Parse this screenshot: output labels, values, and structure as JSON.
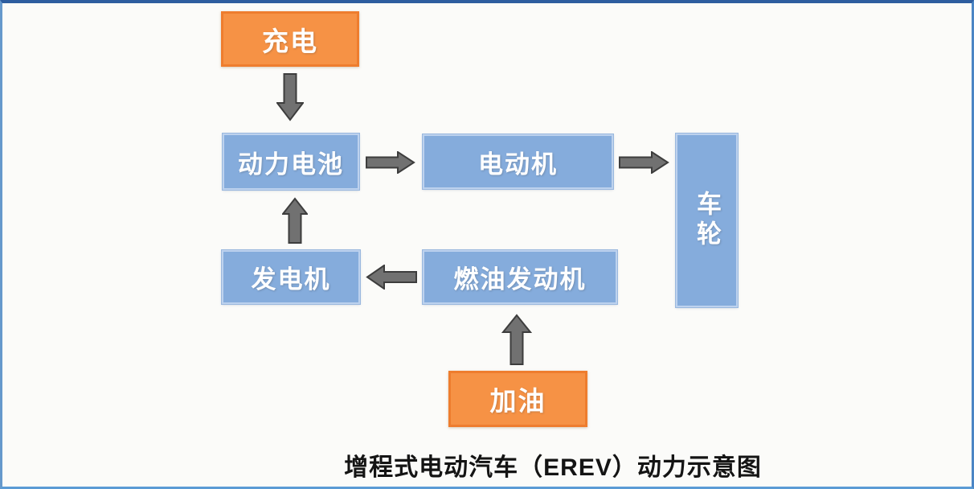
{
  "diagram": {
    "caption": "增程式电动汽车（EREV）动力示意图",
    "colors": {
      "source_fill": "#f69245",
      "source_border": "#ee7d2e",
      "component_fill": "#85acdc",
      "component_border": "#bdd2ee",
      "arrow_fill": "#717171",
      "arrow_outline": "#3d3d3d",
      "node_text": "#ffffff",
      "caption_text": "#141414",
      "frame_border": "#2d5d9f",
      "background": "#fbfbf9"
    },
    "nodes": [
      {
        "id": "charge",
        "label": "充电",
        "type": "source"
      },
      {
        "id": "battery",
        "label": "动力电池",
        "type": "component"
      },
      {
        "id": "motor",
        "label": "电动机",
        "type": "component"
      },
      {
        "id": "wheel",
        "label": "车轮",
        "type": "component"
      },
      {
        "id": "generator",
        "label": "发电机",
        "type": "component"
      },
      {
        "id": "engine",
        "label": "燃油发动机",
        "type": "component"
      },
      {
        "id": "refuel",
        "label": "加油",
        "type": "source"
      }
    ],
    "edges": [
      {
        "from": "充电",
        "to": "动力电池",
        "direction": "down"
      },
      {
        "from": "动力电池",
        "to": "电动机",
        "direction": "right"
      },
      {
        "from": "电动机",
        "to": "车轮",
        "direction": "right"
      },
      {
        "from": "发电机",
        "to": "动力电池",
        "direction": "up"
      },
      {
        "from": "燃油发动机",
        "to": "发电机",
        "direction": "left"
      },
      {
        "from": "加油",
        "to": "燃油发动机",
        "direction": "up"
      }
    ]
  }
}
